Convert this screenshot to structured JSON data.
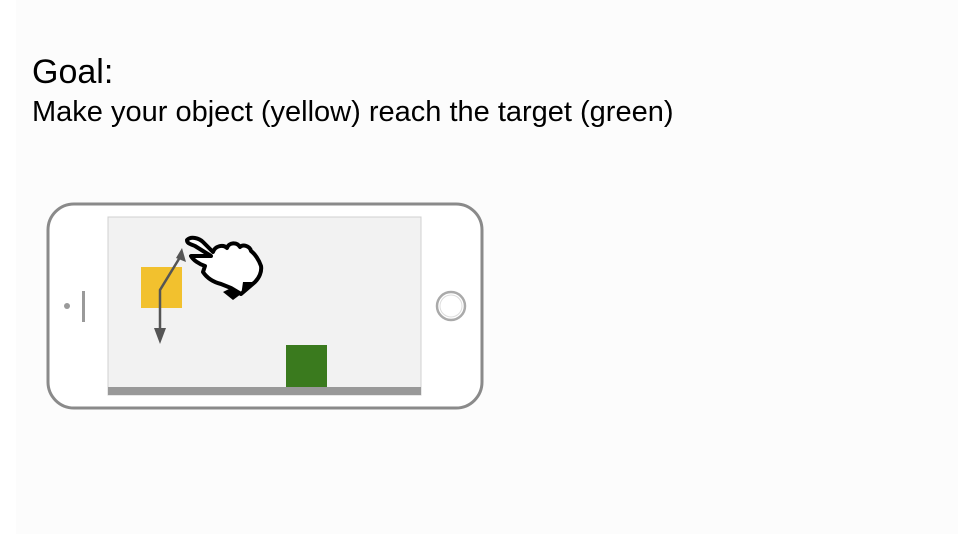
{
  "goal": {
    "title": "Goal:",
    "text": "Make your object (yellow) reach the target (green)"
  },
  "illustration": {
    "device": "smartphone-landscape",
    "object_color": "#f2c12e",
    "target_color": "#3a7a1e",
    "floor_color": "#999999",
    "screen_color": "#f2f2f2",
    "phone_outline_color": "#8a8a8a",
    "icons": [
      "pointing-hand-icon",
      "drag-arrow-icon",
      "home-button-icon",
      "speaker-icon"
    ]
  }
}
